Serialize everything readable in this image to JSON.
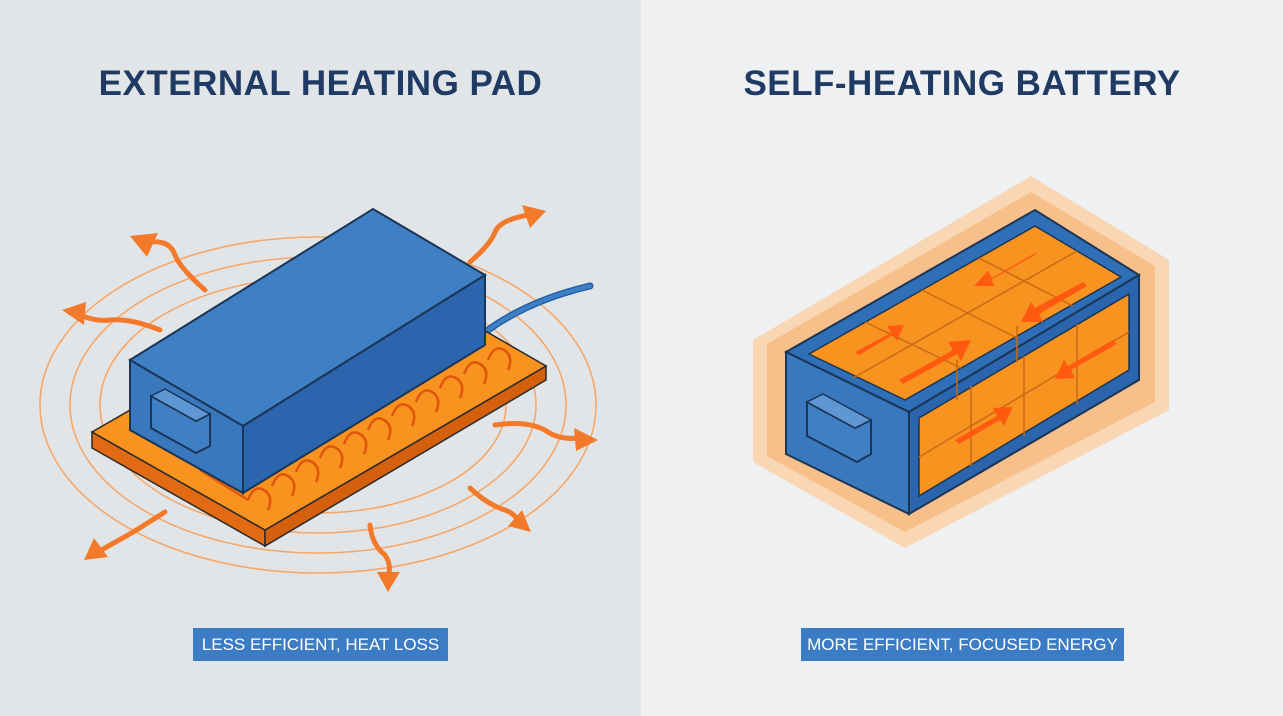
{
  "left_panel": {
    "title": "EXTERNAL HEATING PAD",
    "caption": "LESS EFFICIENT, HEAT LOSS"
  },
  "right_panel": {
    "title": "SELF-HEATING BATTERY",
    "caption": "MORE EFFICIENT, FOCUSED ENERGY"
  },
  "colors": {
    "battery_blue": "#3f7fc4",
    "battery_dark_blue": "#1f5fa8",
    "heat_orange": "#f7931e",
    "arrow_orange": "#ff5a10",
    "title_navy": "#1f3b63",
    "caption_blue": "#3b7cc4"
  }
}
